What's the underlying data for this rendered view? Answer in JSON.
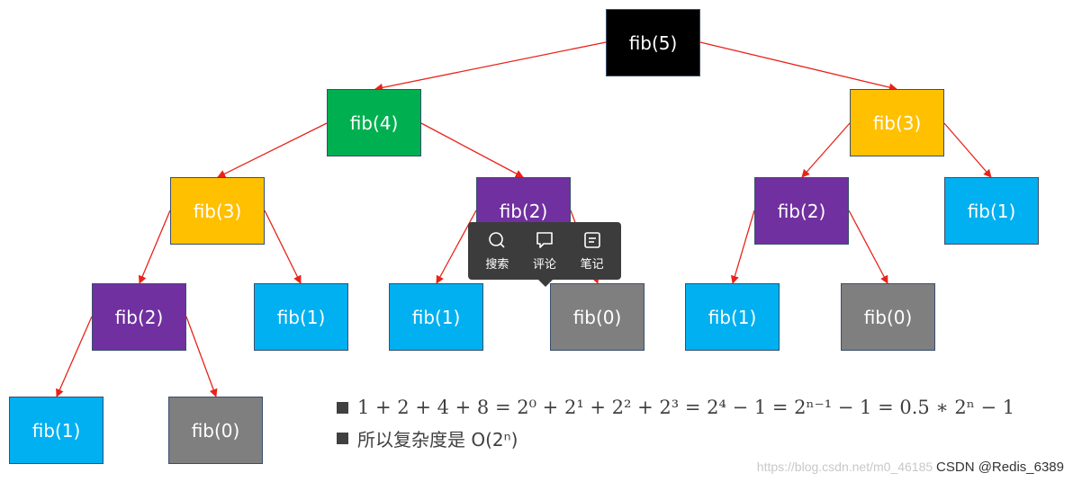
{
  "nodes": [
    {
      "label": "fib(5)",
      "color": "#000000"
    },
    {
      "label": "fib(4)",
      "color": "#00b050"
    },
    {
      "label": "fib(3)",
      "color": "#ffc000"
    },
    {
      "label": "fib(3)",
      "color": "#ffc000"
    },
    {
      "label": "fib(2)",
      "color": "#7030a0"
    },
    {
      "label": "fib(2)",
      "color": "#7030a0"
    },
    {
      "label": "fib(1)",
      "color": "#00b0f0"
    },
    {
      "label": "fib(2)",
      "color": "#7030a0"
    },
    {
      "label": "fib(1)",
      "color": "#00b0f0"
    },
    {
      "label": "fib(1)",
      "color": "#00b0f0"
    },
    {
      "label": "fib(0)",
      "color": "#7f7f7f"
    },
    {
      "label": "fib(1)",
      "color": "#00b0f0"
    },
    {
      "label": "fib(0)",
      "color": "#7f7f7f"
    },
    {
      "label": "fib(1)",
      "color": "#00b0f0"
    },
    {
      "label": "fib(0)",
      "color": "#7f7f7f"
    }
  ],
  "edge_color": "#e8231a",
  "tooltip": {
    "search": "搜索",
    "comment": "评论",
    "note": "笔记"
  },
  "bullets": {
    "formula": "1 + 2 + 4 + 8 = 2⁰ + 2¹ + 2² + 2³ = 2⁴ − 1 = 2ⁿ⁻¹ − 1 = 0.5 ∗ 2ⁿ − 1",
    "complexity": "所以复杂度是 O(2ⁿ)"
  },
  "watermark": {
    "url": "https://blog.csdn.net/m0_46185",
    "brand": "CSDN @Redis_6389"
  }
}
